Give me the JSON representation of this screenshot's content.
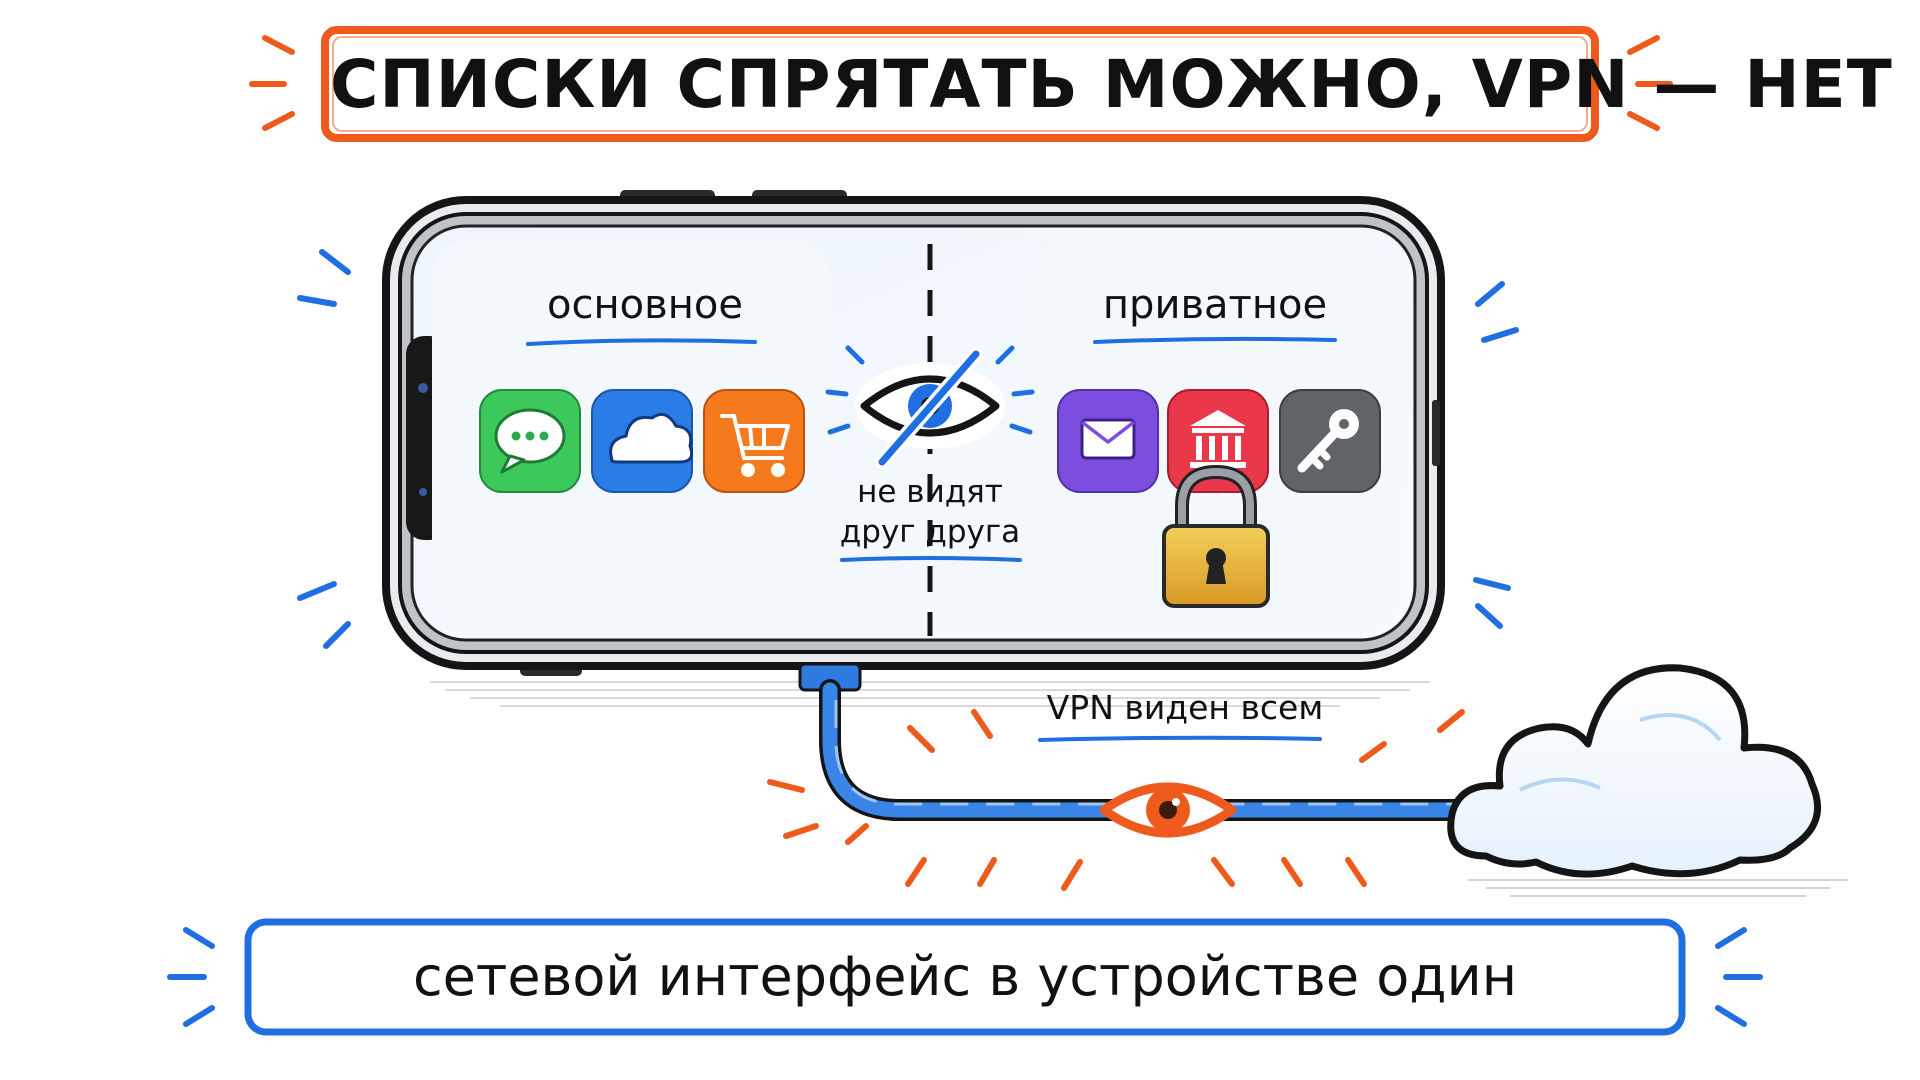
{
  "title": "СПИСКИ СПРЯТАТЬ МОЖНО, VPN — НЕТ",
  "phone": {
    "main_profile_label": "основное",
    "private_profile_label": "приватное",
    "isolation_label": "не видят друг друга",
    "main_apps": [
      {
        "icon": "chat-bubble-icon",
        "color": "#3cc85a"
      },
      {
        "icon": "cloud-icon",
        "color": "#2a7de6"
      },
      {
        "icon": "shopping-cart-icon",
        "color": "#f57a1e"
      }
    ],
    "private_apps": [
      {
        "icon": "mail-envelope-icon",
        "color": "#7c4ee0"
      },
      {
        "icon": "bank-building-icon",
        "color": "#e8384a"
      },
      {
        "icon": "key-icon",
        "color": "#606468"
      }
    ],
    "private_lock_icon": "padlock-icon"
  },
  "vpn": {
    "label": "VPN виден всем",
    "visible_eye_icon": "eye-icon",
    "hidden_eye_icon": "eye-crossed-icon"
  },
  "footer": "сетевой интерфейс в устройстве один",
  "colors": {
    "accent_orange": "#ee5a1c",
    "accent_blue": "#1f6fe3",
    "ink": "#111111",
    "cable_blue": "#3a86e8",
    "lock_gold": "#e8b53a"
  }
}
